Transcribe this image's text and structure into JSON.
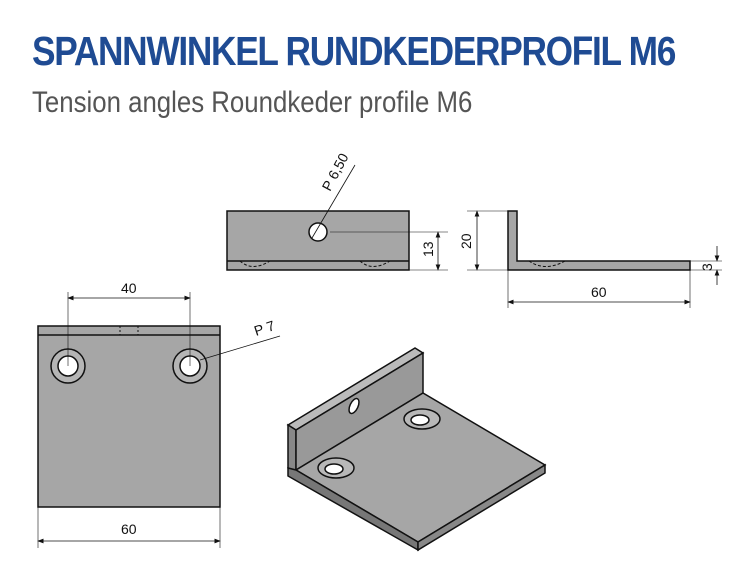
{
  "title": "SPANNWINKEL RUNDKEDERPROFIL M6",
  "subtitle": "Tension angles Roundkeder profile M6",
  "dimensions": {
    "hole_small": "P 6,50",
    "height_hole": "13",
    "height": "20",
    "thickness": "3",
    "length_side": "60",
    "hole_spacing": "40",
    "hole_large": "P 7",
    "width_top": "60"
  },
  "colors": {
    "title": "#1f4b93",
    "part": "#a6a6a6"
  }
}
